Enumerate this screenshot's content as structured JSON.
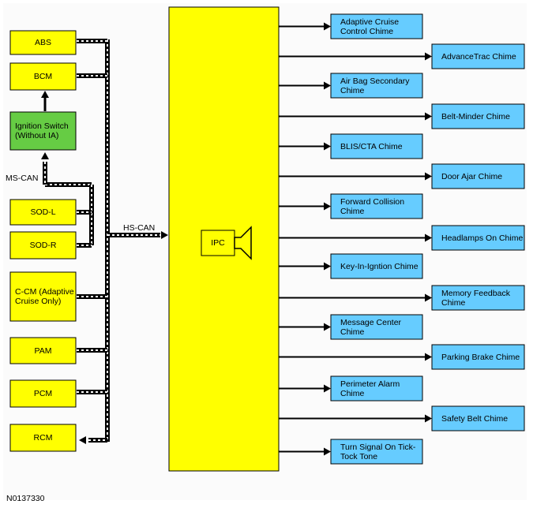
{
  "modules": [
    {
      "id": "abs",
      "label": "ABS"
    },
    {
      "id": "bcm",
      "label": "BCM"
    },
    {
      "id": "ignition",
      "label": "Ignition Switch (Without IA)"
    },
    {
      "id": "sodl",
      "label": "SOD-L"
    },
    {
      "id": "sodr",
      "label": "SOD-R"
    },
    {
      "id": "ccm",
      "label": "C-CM (Adaptive Cruise Only)"
    },
    {
      "id": "pam",
      "label": "PAM"
    },
    {
      "id": "pcm",
      "label": "PCM"
    },
    {
      "id": "rcm",
      "label": "RCM"
    }
  ],
  "bus_labels": {
    "ms_can": "MS-CAN",
    "hs_can": "HS-CAN"
  },
  "ipc": {
    "label": "IPC"
  },
  "outputs": [
    "Adaptive Cruise Control Chime",
    "AdvanceTrac Chime",
    "Air Bag Secondary Chime",
    "Belt-Minder Chime",
    "BLIS/CTA Chime",
    "Door Ajar Chime",
    "Forward Collision Chime",
    "Headlamps On Chime",
    "Key-In-Igntion Chime",
    "Memory Feedback Chime",
    "Message Center Chime",
    "Parking Brake Chime",
    "Perimeter Alarm Chime",
    "Safety Belt Chime",
    "Turn Signal On Tick-Tock Tone"
  ],
  "figure_id": "N0137330",
  "colors": {
    "module_fill": "#ffff00",
    "ignition_fill": "#66cc44",
    "output_fill": "#66ccff",
    "ipc_fill": "#ffff00",
    "stroke": "#000000"
  }
}
